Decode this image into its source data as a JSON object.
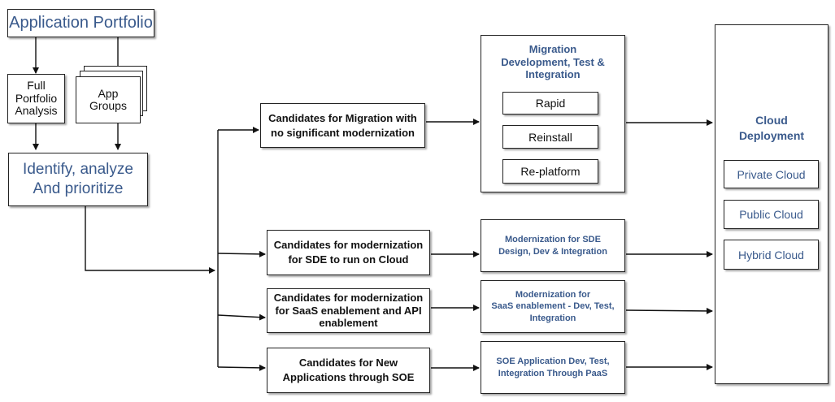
{
  "portfolio": {
    "title": "Application Portfolio"
  },
  "analysis": {
    "full_portfolio": "Full\nPortfolio\nAnalysis",
    "app_groups": "App\nGroups"
  },
  "identify": {
    "label": "Identify, analyze\nAnd prioritize"
  },
  "candidates": {
    "migration": "Candidates for Migration with\nno significant modernization",
    "sde": "Candidates for modernization\nfor SDE to run on Cloud",
    "saas": "Candidates for modernization\nfor SaaS enablement and API\nenablement",
    "soe": "Candidates for New\nApplications through SOE"
  },
  "migration_panel": {
    "title": "Migration\nDevelopment, Test &\nIntegration",
    "items": [
      "Rapid",
      "Reinstall",
      "Re-platform"
    ]
  },
  "modernization": {
    "sde": "Modernization for SDE\nDesign, Dev & Integration",
    "saas": "Modernization for\nSaaS enablement - Dev, Test,\nIntegration",
    "soe": "SOE Application Dev, Test,\nIntegration Through PaaS"
  },
  "cloud": {
    "title": "Cloud\nDeployment",
    "options": [
      "Private Cloud",
      "Public Cloud",
      "Hybrid Cloud"
    ]
  }
}
